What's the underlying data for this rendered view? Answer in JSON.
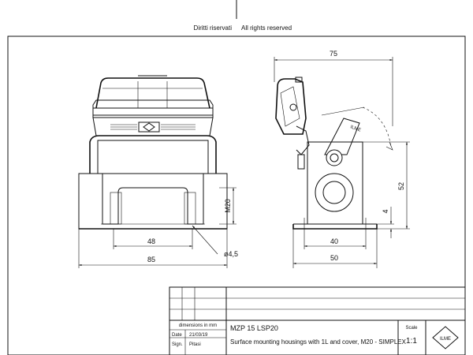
{
  "header": {
    "rights_it": "Diritti riservati",
    "rights_en": "All rights reserved"
  },
  "dimensions": {
    "front_width": "85",
    "front_base": "48",
    "front_hole": "ø4,5",
    "front_thread": "M20",
    "side_width": "75",
    "side_base": "50",
    "side_inner": "40",
    "side_height": "52",
    "side_flange": "4"
  },
  "title_block": {
    "units_note": "dimensions in mm",
    "date_label": "Date",
    "date_value": "21/03/19",
    "sign_label": "Sign.",
    "sign_value": "Pitasi",
    "part_code": "MZP 15 LSP20",
    "description": "Surface mounting housings with 1L and cover, M20 - SIMPLEX",
    "scale_label": "Scale",
    "scale_value": "1:1",
    "logo_text": "ILME"
  }
}
